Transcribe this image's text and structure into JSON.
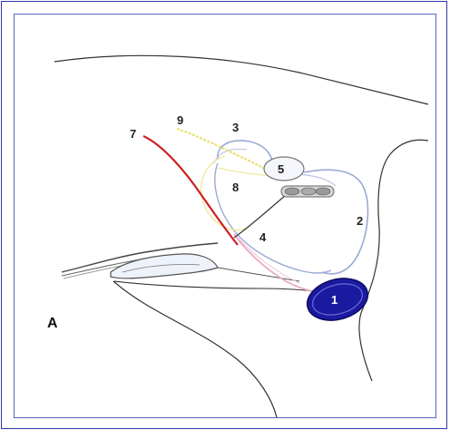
{
  "figure": {
    "panel_label": "A",
    "labels": {
      "l1": "1",
      "l2": "2",
      "l3": "3",
      "l4": "4",
      "l5": "5",
      "l7": "7",
      "l8": "8",
      "l9": "9"
    },
    "colors": {
      "frame": "#2a3aa8",
      "outline": "#333333",
      "pale_blue": "#9aa9d6",
      "pink": "#e8a9c4",
      "red_nerve": "#cc2222",
      "yellow_nerve": "#e8e070",
      "blue_mass": "#1a1aa0",
      "gray_structure": "#888888"
    }
  }
}
